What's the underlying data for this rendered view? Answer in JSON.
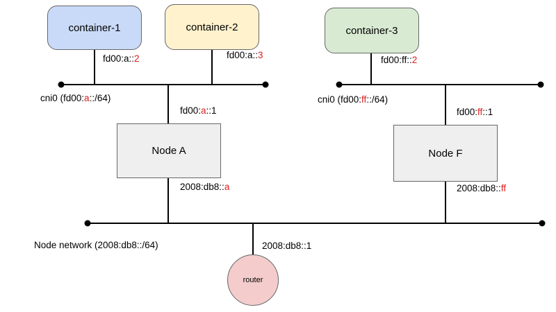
{
  "colors": {
    "container_1": "#c9daf8",
    "container_2": "#fff2cc",
    "container_3": "#d9ead3",
    "node": "#efefef",
    "router": "#f4cccc",
    "highlight": "#e21b1b",
    "line": "#000000"
  },
  "containers": [
    {
      "name": "container-1",
      "addr_prefix": "fd00:a::",
      "addr_suffix": "2"
    },
    {
      "name": "container-2",
      "addr_prefix": "fd00:a::",
      "addr_suffix": "3"
    },
    {
      "name": "container-3",
      "addr_prefix": "fd00:ff::",
      "addr_suffix": "2"
    }
  ],
  "bridges": [
    {
      "pre": "cni0 (fd00:",
      "hl": "a",
      "post": "::/64)"
    },
    {
      "pre": "cni0 (fd00:",
      "hl": "ff",
      "post": "::/64)"
    }
  ],
  "nodes": [
    {
      "name": "Node A",
      "bridge_addr_pre": "fd00:",
      "bridge_addr_hl": "a",
      "bridge_addr_post": "::1",
      "net_addr_pre": "2008:db8::",
      "net_addr_hl": "a"
    },
    {
      "name": "Node F",
      "bridge_addr_pre": "fd00:",
      "bridge_addr_hl": "ff",
      "bridge_addr_post": "::1",
      "net_addr_pre": "2008:db8::",
      "net_addr_hl": "ff"
    }
  ],
  "node_network": {
    "label": "Node network (2008:db8::/64)"
  },
  "router": {
    "name": "router",
    "addr": "2008:db8::1"
  }
}
